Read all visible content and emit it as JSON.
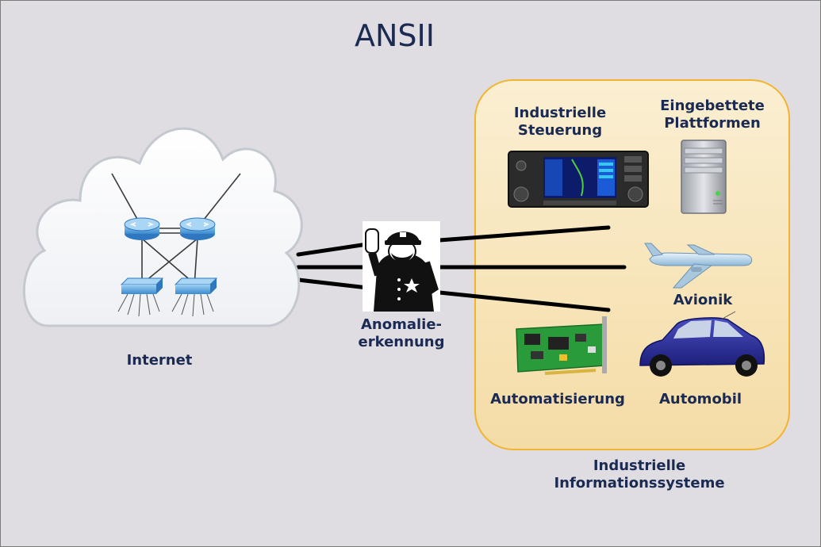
{
  "title": "ANSII",
  "labels": {
    "internet": "Internet",
    "anomaly_line1": "Anomalie-",
    "anomaly_line2": "erkennung",
    "industrial_control_line1": "Industrielle",
    "industrial_control_line2": "Steuerung",
    "embedded_line1": "Eingebettete",
    "embedded_line2": "Plattformen",
    "avionics": "Avionik",
    "automation": "Automatisierung",
    "automobile": "Automobil",
    "ics_line1": "Industrielle",
    "ics_line2": "Informationssysteme"
  },
  "icons": [
    "cloud-network-icon",
    "router-icon",
    "switch-icon",
    "policeman-icon",
    "avionics-panel-icon",
    "server-tower-icon",
    "airplane-icon",
    "circuit-board-icon",
    "car-icon"
  ],
  "colors": {
    "background": "#dfdde2",
    "text": "#1a2a52",
    "panel_fill": "#f7e3b5",
    "panel_border": "#f2b430"
  }
}
